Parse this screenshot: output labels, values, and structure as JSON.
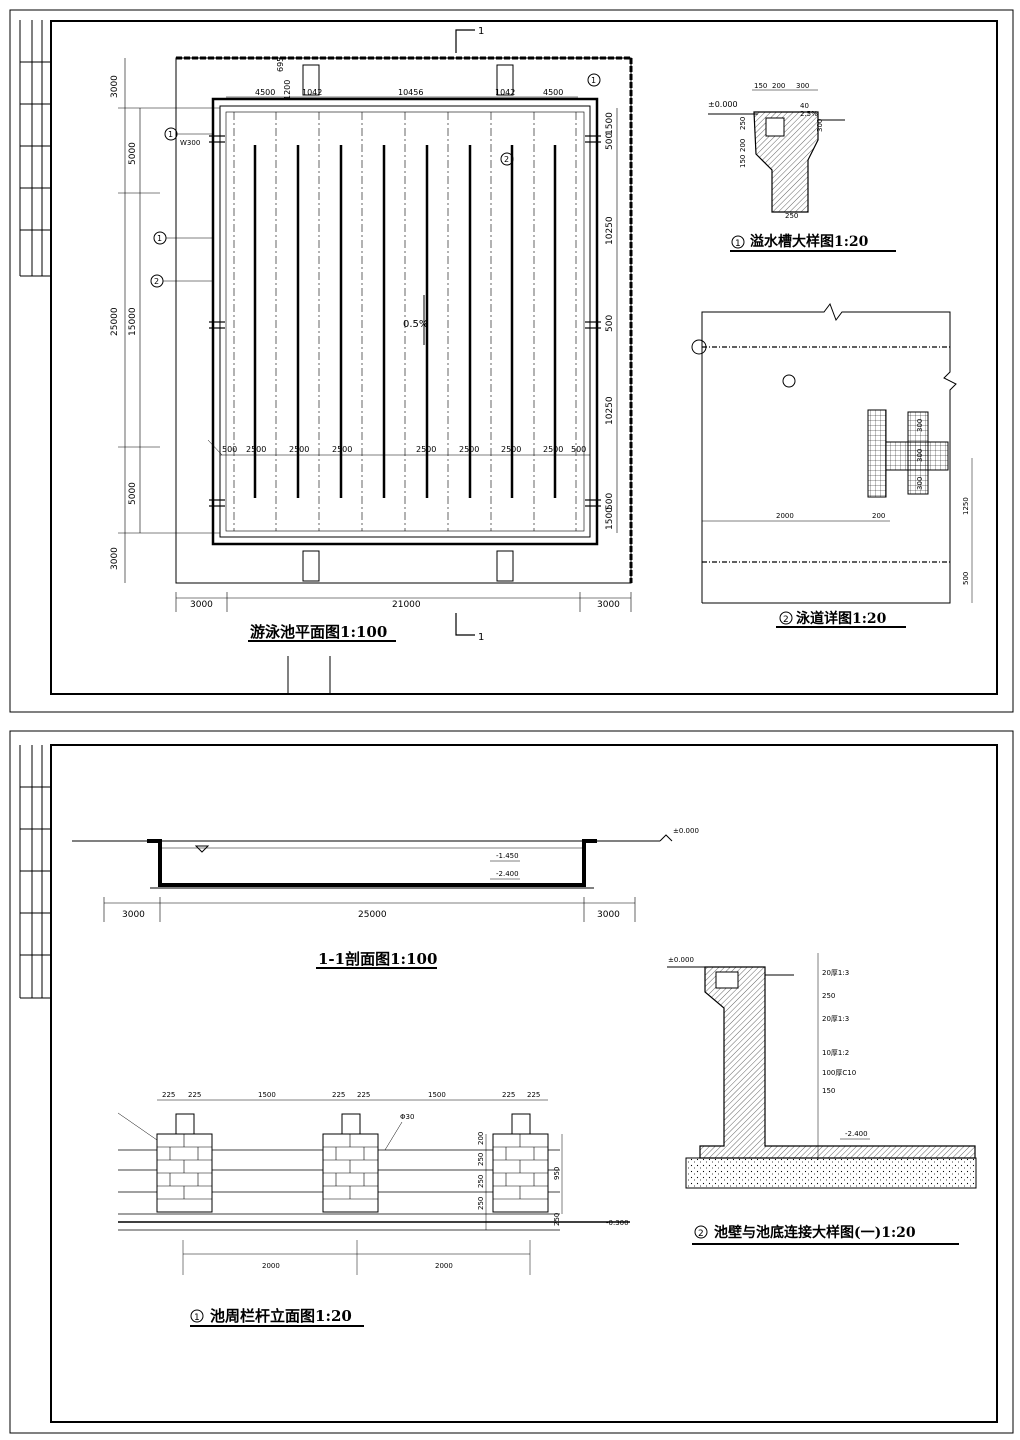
{
  "sheet1": {
    "plan": {
      "title": "游泳池平面图1:100",
      "section_marker": "1",
      "dims_top": [
        "4500",
        "695",
        "1200",
        "1042",
        "10456",
        "1042",
        "4500"
      ],
      "dims_bottom": [
        "3000",
        "21000",
        "3000"
      ],
      "dims_left": [
        "3000",
        "5000",
        "15000",
        "25000",
        "5000",
        "3000"
      ],
      "dims_right": [
        "1500",
        "500",
        "10250",
        "500",
        "10250",
        "500",
        "1500"
      ],
      "lane_dims": [
        "500",
        "2500",
        "2500",
        "2500",
        "2500",
        "2500",
        "2500",
        "2500",
        "500"
      ],
      "slope": "0.5%",
      "callout_1": "1",
      "callout_2": "2",
      "callout_note": "W300"
    },
    "overflow": {
      "title": "溢水槽大样图1:20",
      "number": "1",
      "level": "±0.000",
      "dims": [
        "150",
        "200",
        "300",
        "40",
        "250",
        "200",
        "150",
        "250",
        "300",
        "2.5%"
      ]
    },
    "lane": {
      "title": "泳道详图1:20",
      "number": "2",
      "dims": [
        "2000",
        "200",
        "300",
        "300",
        "300",
        "1250",
        "500"
      ]
    }
  },
  "sheet2": {
    "section": {
      "title": "1-1剖面图1:100",
      "level_top": "±0.000",
      "level_water": "-1.450",
      "level_bottom": "-2.400",
      "dims": [
        "3000",
        "25000",
        "3000"
      ]
    },
    "railing": {
      "title": "池周栏杆立面图1:20",
      "number": "1",
      "dims_top": [
        "225",
        "225",
        "1500",
        "225",
        "225",
        "1500",
        "225",
        "225"
      ],
      "dims_bottom": [
        "2000",
        "2000"
      ],
      "dims_side": [
        "200",
        "250",
        "250",
        "250",
        "950",
        "250"
      ],
      "level": "-0.300",
      "pipe_note": "Φ30"
    },
    "wall": {
      "title": "池壁与池底连接大样图(一)1:20",
      "number": "2",
      "level_top": "±0.000",
      "level_bottom": "-2.400",
      "layers": [
        "20厚1:3",
        "250",
        "20厚1:3",
        "10厚1:2",
        "100厚C10",
        "150"
      ]
    }
  }
}
